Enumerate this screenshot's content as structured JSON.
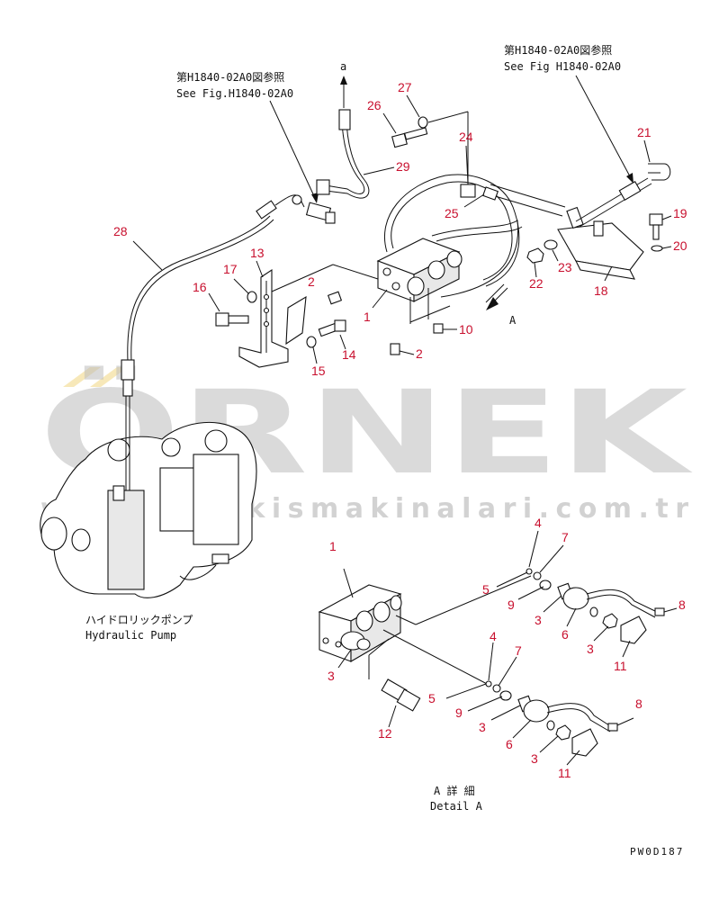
{
  "reference_top_left": {
    "line1": "第H1840-02A0図参照",
    "line2": "See Fig.H1840-02A0"
  },
  "reference_top_right": {
    "line1": "第H1840-02A0図参照",
    "line2": "See Fig H1840-02A0"
  },
  "arrow_label": "a",
  "detail_arrow_label": "A",
  "pump_label": {
    "jp": "ハイドロリックポンプ",
    "en": "Hydraulic Pump"
  },
  "detail_label": {
    "jp": "A 詳 細",
    "en": "Detail A"
  },
  "drawing_code": "PW0D187",
  "watermark": {
    "brand": "ÖRNEK",
    "url": "www.ornekismakinalari.com.tr"
  },
  "part_numbers": {
    "n28": "28",
    "n13": "13",
    "n17": "17",
    "n16": "16",
    "n2a": "2",
    "n1a": "1",
    "n14": "14",
    "n15": "15",
    "n2b": "2",
    "n10": "10",
    "n26": "26",
    "n27": "27",
    "n24": "24",
    "n29": "29",
    "n25": "25",
    "n21": "21",
    "n19": "19",
    "n20": "20",
    "n23": "23",
    "n22": "22",
    "n18": "18",
    "d1": "1",
    "d4a": "4",
    "d7a": "7",
    "d5a": "5",
    "d9a": "9",
    "d3a": "3",
    "d8a": "8",
    "d6a": "6",
    "d3b": "3",
    "d11a": "11",
    "d3c": "3",
    "d4b": "4",
    "d7b": "7",
    "d5b": "5",
    "d9b": "9",
    "d3d": "3",
    "d12": "12",
    "d8b": "8",
    "d6b": "6",
    "d3e": "3",
    "d11b": "11"
  }
}
